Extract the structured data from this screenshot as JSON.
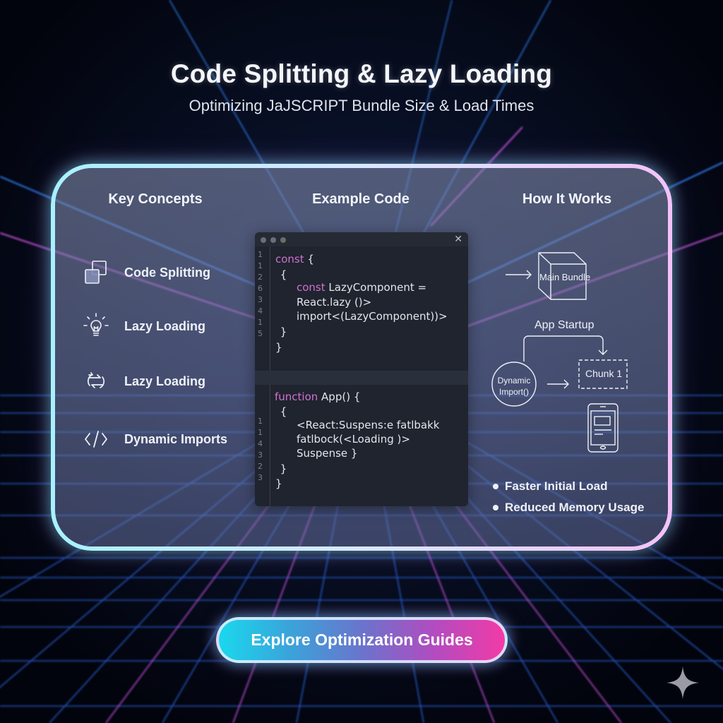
{
  "header": {
    "title": "Code Splitting & Lazy Loading",
    "subtitle": "Optimizing JaJSCRIPT Bundle Size & Load Times"
  },
  "columns": {
    "key_concepts": {
      "title": "Key Concepts",
      "items": [
        {
          "icon": "overlapping-squares-icon",
          "label": "Code Splitting"
        },
        {
          "icon": "lightbulb-icon",
          "label": "Lazy Loading"
        },
        {
          "icon": "refresh-arrows-icon",
          "label": "Lazy Loading"
        },
        {
          "icon": "code-brackets-icon",
          "label": "Dynamic Imports"
        }
      ]
    },
    "example_code": {
      "title": "Example Code",
      "block1": {
        "line_numbers": [
          "1",
          "1",
          "2",
          "6",
          "3",
          "4",
          "1",
          "5"
        ],
        "lines": [
          {
            "kw": "const",
            "rest": " {"
          },
          {
            "kw": "",
            "rest": " {"
          },
          {
            "kw": "const",
            "rest": " LazyComponent ="
          },
          {
            "kw": "",
            "rest": "React.lazy ()>"
          },
          {
            "kw": "",
            "rest": "import<(LazyComponent))>"
          },
          {
            "kw": "",
            "rest": " }"
          },
          {
            "kw": "",
            "rest": "}"
          }
        ]
      },
      "block2": {
        "line_numbers": [
          "1",
          "1",
          "4",
          "3",
          "2",
          "3"
        ],
        "lines": [
          {
            "kw": "function",
            "rest": " App() {"
          },
          {
            "kw": "",
            "rest": " {"
          },
          {
            "kw": "",
            "rest": "<React:Suspens:e fatlbakk"
          },
          {
            "kw": "",
            "rest": "fatlbock(<Loading )>"
          },
          {
            "kw": "",
            "rest": "Suspense }"
          },
          {
            "kw": "",
            "rest": " }"
          },
          {
            "kw": "",
            "rest": "}"
          }
        ]
      }
    },
    "how_it_works": {
      "title": "How It Works",
      "main_bundle": "Main Bundle",
      "app_startup": "App Startup",
      "dynamic_import": [
        "Dynamic",
        "Import()"
      ],
      "chunk": "Chunk 1",
      "bullets": [
        "Faster Initial Load",
        "Reduced Memory Usage"
      ]
    }
  },
  "cta": {
    "label": "Explore Optimization Guides"
  },
  "colors": {
    "background": "#02040d",
    "grid_blue": "#2f6fe0",
    "grid_pink": "#c04fd0",
    "panel_border_left": "#a8f0ff",
    "panel_border_right": "#f2c2f8",
    "keyword": "#d170d0",
    "editor_bg": "#1f242e",
    "cta_start": "#1ad8ee",
    "cta_end": "#f23ba6"
  }
}
